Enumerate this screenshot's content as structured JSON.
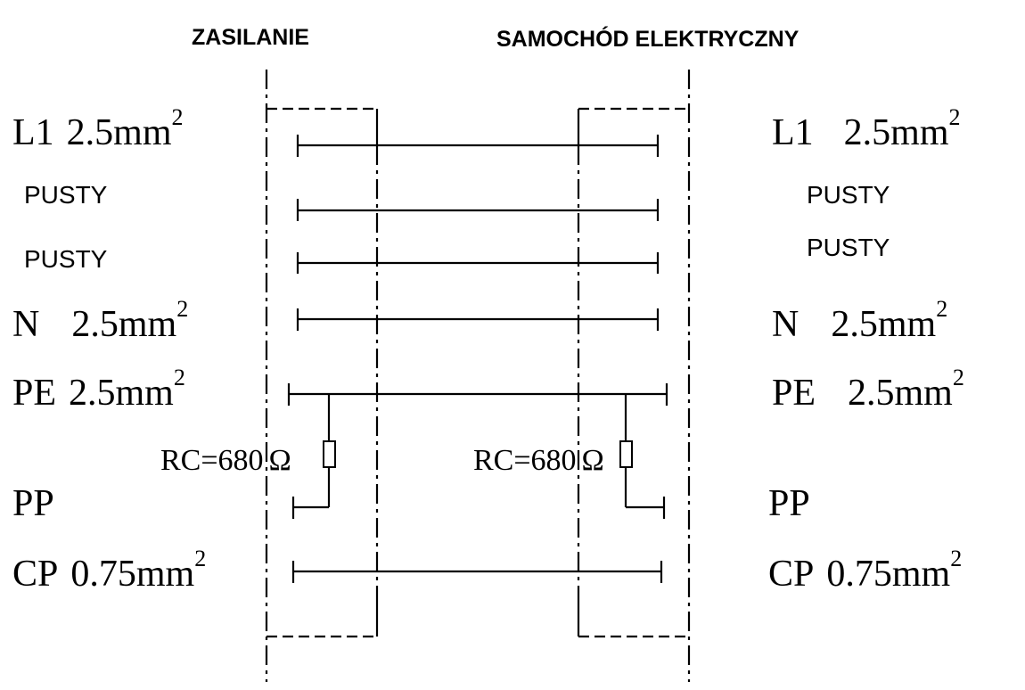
{
  "headers": {
    "left": "ZASILANIE",
    "right": "SAMOCHÓD ELEKTRYCZNY"
  },
  "rows": [
    {
      "id": "L1",
      "left": {
        "name": "L1",
        "size": "2.5mm",
        "sup": "2"
      },
      "right": {
        "name": "L1",
        "size": "2.5mm",
        "sup": "2"
      }
    },
    {
      "id": "empty1",
      "left": {
        "name": "PUSTY"
      },
      "right": {
        "name": "PUSTY"
      }
    },
    {
      "id": "empty2",
      "left": {
        "name": "PUSTY"
      },
      "right": {
        "name": "PUSTY"
      }
    },
    {
      "id": "N",
      "left": {
        "name": "N",
        "size": "2.5mm",
        "sup": "2"
      },
      "right": {
        "name": "N",
        "size": "2.5mm",
        "sup": "2"
      }
    },
    {
      "id": "PE",
      "left": {
        "name": "PE",
        "size": "2.5mm",
        "sup": "2"
      },
      "right": {
        "name": "PE",
        "size": "2.5mm",
        "sup": "2"
      }
    },
    {
      "id": "PP",
      "left": {
        "name": "PP"
      },
      "right": {
        "name": "PP"
      }
    },
    {
      "id": "CP",
      "left": {
        "name": "CP",
        "size": "0.75mm",
        "sup": "2"
      },
      "right": {
        "name": "CP",
        "size": "0.75mm",
        "sup": "2"
      }
    }
  ],
  "resistors": {
    "left": "RC=680",
    "right": "RC=680",
    "unit": "Ω"
  }
}
